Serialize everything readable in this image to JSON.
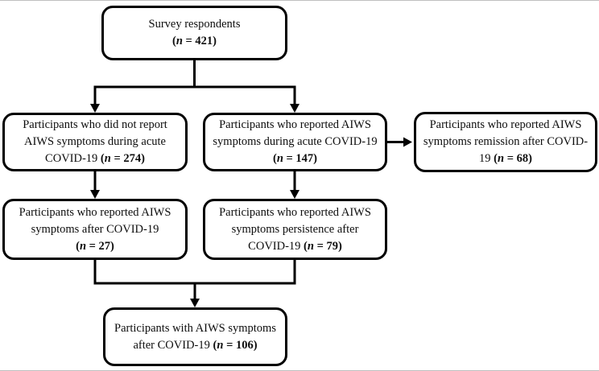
{
  "colors": {
    "line": "#000000",
    "background": "#ffffff",
    "frame": "#bfbfbf",
    "text": "#0d0d0d"
  },
  "nodes": [
    {
      "text": "Survey respondents",
      "n_open": "(",
      "n_sym": "n",
      "n_rest": " = 421)"
    },
    {
      "text": "Participants who did not report AIWS symptoms during acute COVID-19",
      "n_open": "(",
      "n_sym": "n",
      "n_rest": " = 274)"
    },
    {
      "text": "Participants who reported AIWS symptoms during acute COVID-19",
      "n_open": "(",
      "n_sym": "n",
      "n_rest": " = 147)"
    },
    {
      "text": "Participants who reported AIWS symptoms remission after COVID-19",
      "n_open": "(",
      "n_sym": "n",
      "n_rest": " = 68)"
    },
    {
      "text": "Participants who reported AIWS symptoms after COVID-19",
      "n_open": "(",
      "n_sym": "n",
      "n_rest": " = 27)"
    },
    {
      "text": "Participants who reported AIWS symptoms persistence after COVID-19",
      "n_open": "(",
      "n_sym": "n",
      "n_rest": " = 79)"
    },
    {
      "text": "Participants with AIWS symptoms after COVID-19",
      "n_open": "(",
      "n_sym": "n",
      "n_rest": " = 106)"
    }
  ]
}
